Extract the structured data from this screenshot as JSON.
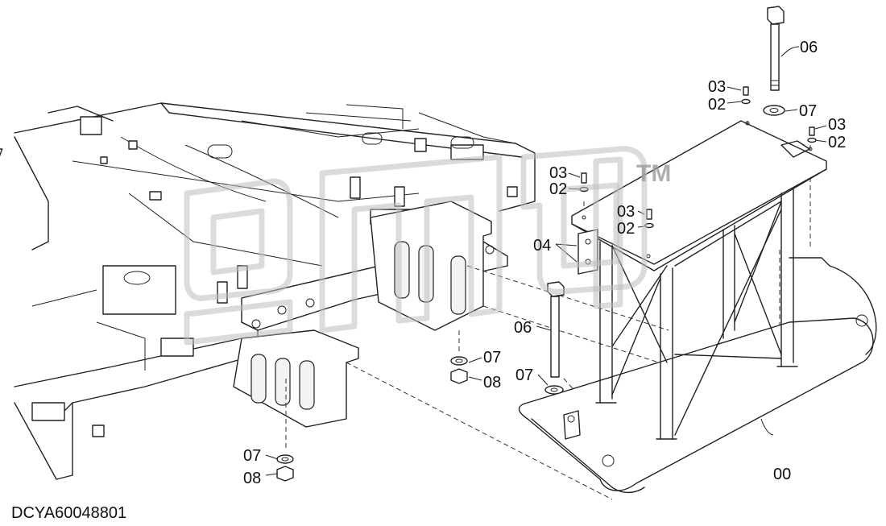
{
  "drawing_code": "DCYA60048801",
  "watermark": {
    "logo": "gmd",
    "trademark": "TM"
  },
  "callouts": [
    {
      "id": "c-06-top",
      "label": "06"
    },
    {
      "id": "c-03-a",
      "label": "03"
    },
    {
      "id": "c-02-a",
      "label": "02"
    },
    {
      "id": "c-07-a",
      "label": "07"
    },
    {
      "id": "c-03-b",
      "label": "03"
    },
    {
      "id": "c-02-b",
      "label": "02"
    },
    {
      "id": "c-03-c",
      "label": "03"
    },
    {
      "id": "c-02-c",
      "label": "02"
    },
    {
      "id": "c-03-d",
      "label": "03"
    },
    {
      "id": "c-02-d",
      "label": "02"
    },
    {
      "id": "c-04",
      "label": "04"
    },
    {
      "id": "c-06-mid",
      "label": "06"
    },
    {
      "id": "c-07-mid",
      "label": "07"
    },
    {
      "id": "c-08-mid",
      "label": "08"
    },
    {
      "id": "c-07-b",
      "label": "07"
    },
    {
      "id": "c-07-low",
      "label": "07"
    },
    {
      "id": "c-08-low",
      "label": "08"
    },
    {
      "id": "c-00",
      "label": "00"
    }
  ]
}
